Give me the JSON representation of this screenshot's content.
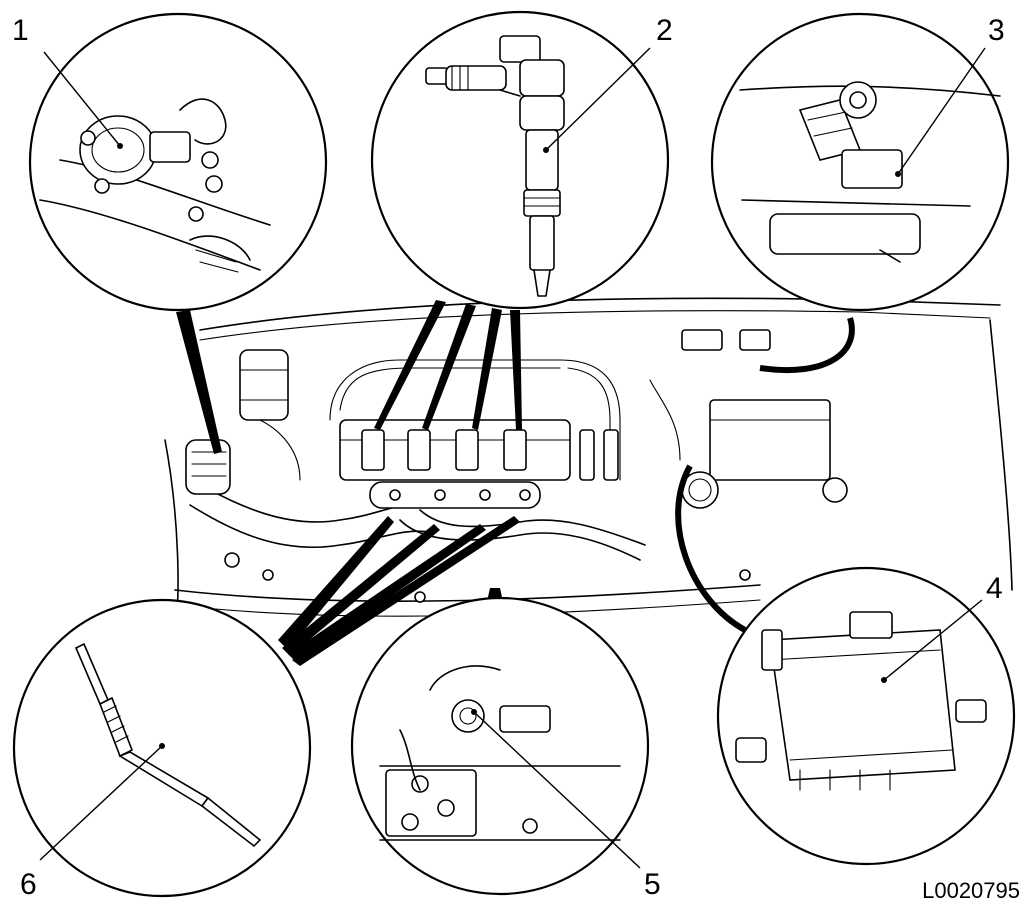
{
  "figure": {
    "reference_code": "L0020795",
    "callouts": [
      {
        "id": 1,
        "label": "1"
      },
      {
        "id": 2,
        "label": "2"
      },
      {
        "id": 3,
        "label": "3"
      },
      {
        "id": 4,
        "label": "4"
      },
      {
        "id": 5,
        "label": "5"
      },
      {
        "id": 6,
        "label": "6"
      }
    ]
  },
  "colors": {
    "ink": "#000000",
    "paper": "#ffffff"
  }
}
